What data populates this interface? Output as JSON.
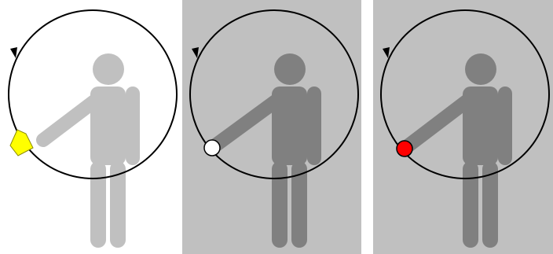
{
  "panels": [
    {
      "name": "panel-flag",
      "background": "#ffffff",
      "figure_color": "#c0c0c0",
      "marker": {
        "type": "flag",
        "fill": "#ffff00",
        "stroke": "#8a8a00"
      }
    },
    {
      "name": "panel-white-dot",
      "background": "#c0c0c0",
      "figure_color": "#808080",
      "marker": {
        "type": "dot",
        "fill": "#ffffff",
        "stroke": "#000000"
      }
    },
    {
      "name": "panel-red-dot",
      "background": "#c0c0c0",
      "figure_color": "#808080",
      "marker": {
        "type": "dot",
        "fill": "#ff0000",
        "stroke": "#000000"
      }
    }
  ],
  "circle": {
    "stroke": "#000000",
    "direction": "counterclockwise"
  }
}
